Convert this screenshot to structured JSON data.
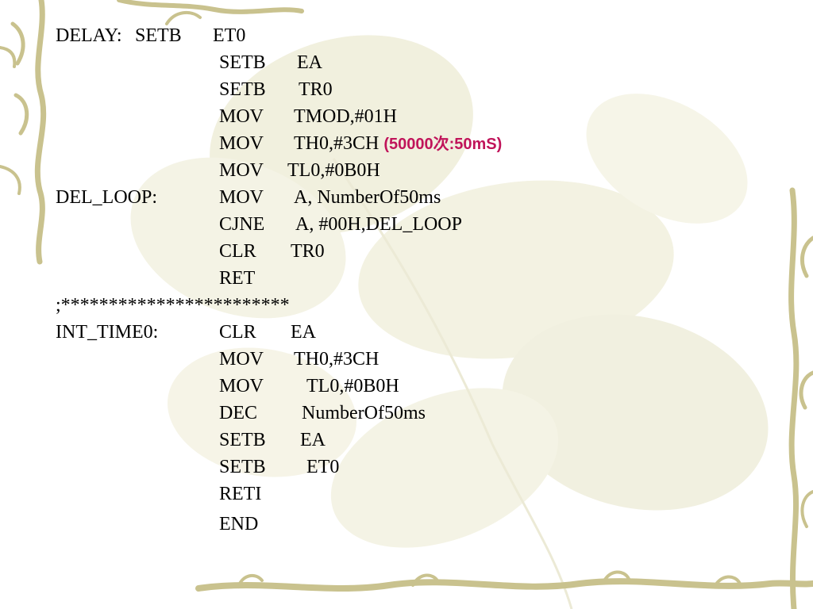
{
  "lines": [
    {
      "label": "DELAY:",
      "mnemonic": "SETB",
      "operand": "ET0",
      "comment": ""
    },
    {
      "label": "",
      "mnemonic": "SETB",
      "operand": "EA",
      "comment": ""
    },
    {
      "label": "",
      "mnemonic": "SETB",
      "operand": "TR0",
      "comment": ""
    },
    {
      "label": "",
      "mnemonic": "MOV",
      "operand": "TMOD,#01H",
      "comment": ""
    },
    {
      "label": "",
      "mnemonic": "MOV",
      "operand": "TH0,#3CH",
      "comment": "(50000次:50mS)"
    },
    {
      "label": "",
      "mnemonic": "MOV",
      "operand": "TL0,#0B0H",
      "comment": ""
    },
    {
      "label": "DEL_LOOP:",
      "mnemonic": "MOV",
      "operand": "A, NumberOf50ms",
      "comment": ""
    },
    {
      "label": "",
      "mnemonic": "CJNE",
      "operand": "A, #00H,DEL_LOOP",
      "comment": ""
    },
    {
      "label": "",
      "mnemonic": "CLR",
      "operand": "TR0",
      "comment": ""
    },
    {
      "label": "",
      "mnemonic": "RET",
      "operand": "",
      "comment": ""
    },
    {
      "separator": ";************************"
    },
    {
      "label": "INT_TIME0:",
      "mnemonic": "CLR",
      "operand": "EA",
      "comment": ""
    },
    {
      "label": "",
      "mnemonic": "MOV",
      "operand": "TH0,#3CH",
      "comment": ""
    },
    {
      "label": "",
      "mnemonic": "MOV",
      "operand": "TL0,#0B0H",
      "comment": ""
    },
    {
      "label": "",
      "mnemonic": "DEC",
      "operand": "NumberOf50ms",
      "comment": ""
    },
    {
      "label": "",
      "mnemonic": "SETB",
      "operand": "EA",
      "comment": ""
    },
    {
      "label": "",
      "mnemonic": "SETB",
      "operand": "ET0",
      "comment": ""
    },
    {
      "label": "",
      "mnemonic": "RETI",
      "operand": "",
      "comment": ""
    },
    {
      "label": "",
      "mnemonic": "END",
      "operand": "",
      "comment": ""
    }
  ],
  "colors": {
    "text": "#000000",
    "comment": "#c0145a",
    "vine": "#c9c28e",
    "leaf": "#e4e2c0"
  },
  "decorations": [
    "vine-border",
    "lotus-leaf-watermark"
  ]
}
